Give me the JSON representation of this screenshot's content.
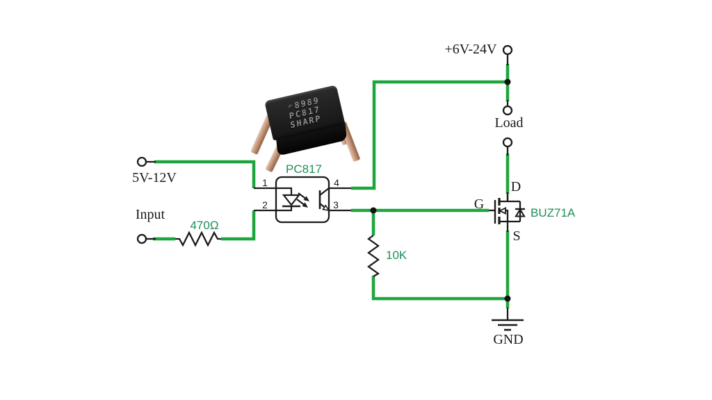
{
  "colors": {
    "wire_green": "#1ea53d",
    "label_green": "#1f8f57",
    "schematic_ink": "#1a1a1a",
    "background": "#ffffff",
    "chip_body": "#1e1e1e",
    "chip_pin": "#c9a183"
  },
  "input_side": {
    "supply_label": "5V-12V",
    "input_label": "Input",
    "series_resistor_value": "470Ω"
  },
  "optocoupler": {
    "part_number": "PC817",
    "pin_numbers": {
      "anode": "1",
      "cathode": "2",
      "emitter": "3",
      "collector": "4"
    },
    "photo_markings": {
      "line1": "8989",
      "line2": "PC817",
      "line3": "SHARP"
    }
  },
  "output_side": {
    "supply_label": "+6V-24V",
    "load_label": "Load",
    "pulldown_resistor_value": "10K",
    "mosfet": {
      "part_number": "BUZ71A",
      "drain": "D",
      "gate": "G",
      "source": "S"
    },
    "ground_label": "GND"
  }
}
